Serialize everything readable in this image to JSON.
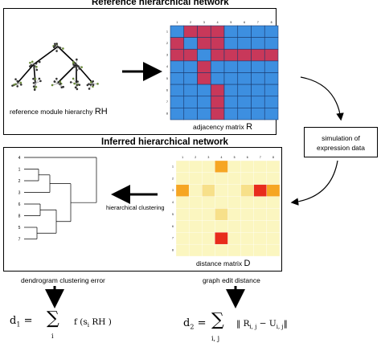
{
  "top_panel": {
    "title": "Reference hierarchical network",
    "hierarchy_caption": "reference module hierarchy",
    "hierarchy_symbol": "RH",
    "matrix_caption": "adjacency matrix",
    "matrix_symbol": "R",
    "matrix_ticks": [
      "1",
      "2",
      "3",
      "4",
      "5",
      "6",
      "7",
      "8"
    ]
  },
  "simulation_box": {
    "line1": "simulation of",
    "line2": "expression data"
  },
  "bottom_panel": {
    "title": "Inferred hierarchical network",
    "arrow_label": "hierarchical clustering",
    "matrix_caption": "distance matrix",
    "matrix_symbol": "D",
    "dendrogram_leaves": [
      "4",
      "1",
      "2",
      "3",
      "6",
      "8",
      "5",
      "7"
    ],
    "matrix_ticks": [
      "1",
      "2",
      "3",
      "4",
      "5",
      "6",
      "7",
      "8"
    ]
  },
  "left_metric": {
    "label": "dendrogram clustering error",
    "lhs": "d",
    "lhs_sub": "1",
    "equals": "=",
    "sum": "∑",
    "sum_index": "i",
    "body": "f (s",
    "body_sub": "i",
    "body_tail": "RH )"
  },
  "right_metric": {
    "label": "graph edit distance",
    "lhs": "d",
    "lhs_sub": "2",
    "equals": "=",
    "sum": "∑",
    "sum_index": "i, j",
    "body": "‖ R",
    "body_sub1": "i, j",
    "minus": "− U",
    "body_sub2": "i, j",
    "close": "‖"
  },
  "colors": {
    "adjacency_off": "#3d8fe0",
    "adjacency_on": "#c8385a",
    "grid_line": "#1a3a6e",
    "heat_low": "#fbf6c0",
    "heat_mid": "#f6a623",
    "heat_high": "#e82c1c"
  }
}
